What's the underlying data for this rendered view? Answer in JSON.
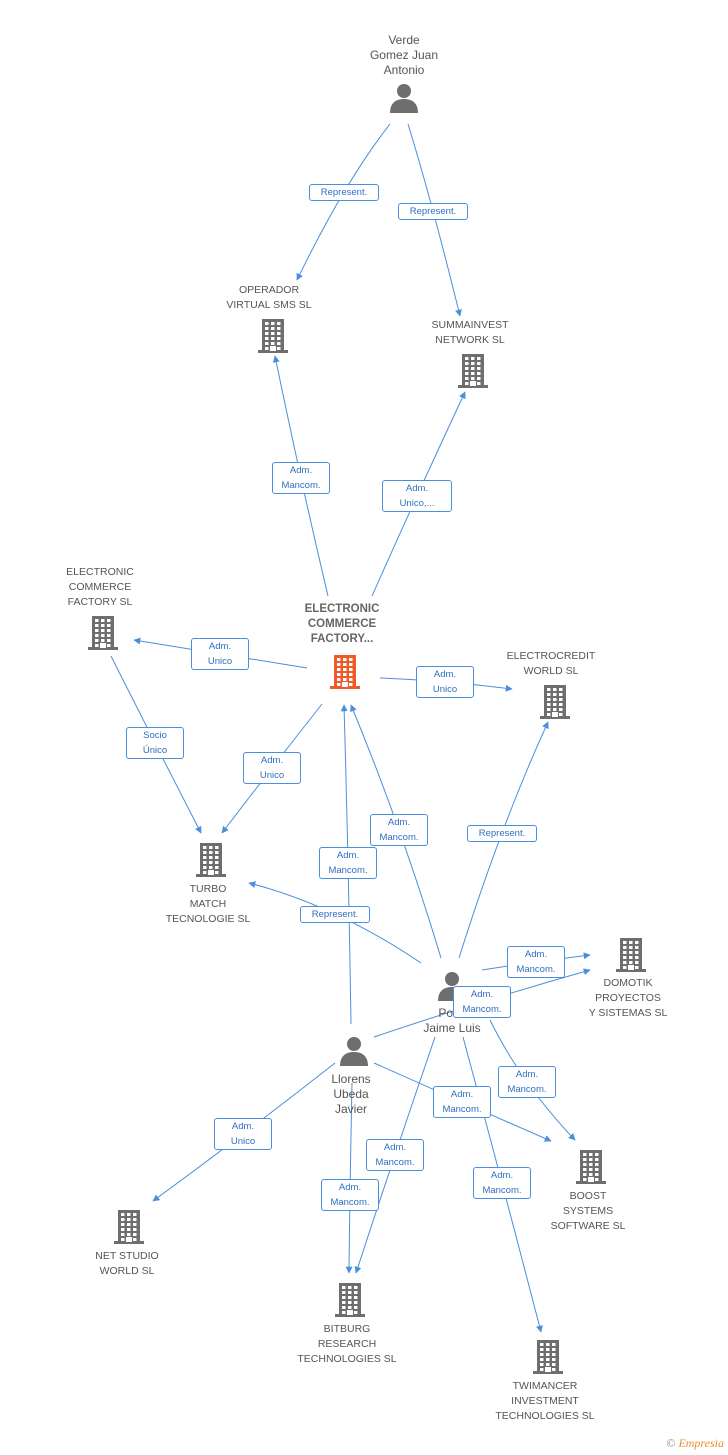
{
  "colors": {
    "edge": "#4a8fdb",
    "company_icon": "#6e6e6e",
    "main_company_icon": "#f05a28",
    "person_icon": "#6e6e6e"
  },
  "nodes": {
    "verde": {
      "label": "Verde\nGomez Juan\nAntonio",
      "type": "person"
    },
    "operador": {
      "label": "OPERADOR\nVIRTUAL SMS SL",
      "type": "company"
    },
    "summainvest": {
      "label": "SUMMAINVEST\nNETWORK SL",
      "type": "company"
    },
    "ecf_main": {
      "label": "ELECTRONIC\nCOMMERCE\nFACTORY...",
      "type": "company-main"
    },
    "ecf_sl": {
      "label": "ELECTRONIC\nCOMMERCE\nFACTORY SL",
      "type": "company"
    },
    "electrocredit": {
      "label": "ELECTROCREDIT\nWORLD SL",
      "type": "company"
    },
    "turbo": {
      "label": "TURBO\nMATCH\nTECNOLOGIE SL",
      "type": "company"
    },
    "domotik": {
      "label": "DOMOTIK\nPROYECTOS\nY SISTEMAS SL",
      "type": "company"
    },
    "pol": {
      "label": "Pol...\nJaime Luis",
      "type": "person"
    },
    "llorens": {
      "label": "Llorens\nUbeda\nJavier",
      "type": "person"
    },
    "boost": {
      "label": "BOOST\nSYSTEMS\nSOFTWARE SL",
      "type": "company"
    },
    "netstudio": {
      "label": "NET STUDIO\nWORLD SL",
      "type": "company"
    },
    "bitburg": {
      "label": "BITBURG\nRESEARCH\nTECHNOLOGIES SL",
      "type": "company"
    },
    "twimancer": {
      "label": "TWIMANCER\nINVESTMENT\nTECHNOLOGIES SL",
      "type": "company"
    }
  },
  "edges": [
    {
      "from": "verde",
      "to": "operador",
      "label": "Represent."
    },
    {
      "from": "verde",
      "to": "summainvest",
      "label": "Represent."
    },
    {
      "from": "ecf_main",
      "to": "operador",
      "label": "Adm.\nMancom."
    },
    {
      "from": "ecf_main",
      "to": "summainvest",
      "label": "Adm.\nUnico,..."
    },
    {
      "from": "ecf_main",
      "to": "ecf_sl",
      "label": "Adm.\nUnico"
    },
    {
      "from": "ecf_main",
      "to": "electrocredit",
      "label": "Adm.\nUnico"
    },
    {
      "from": "ecf_sl",
      "to": "turbo",
      "label": "Socio\nÚnico"
    },
    {
      "from": "ecf_main",
      "to": "turbo",
      "label": "Adm.\nUnico"
    },
    {
      "from": "pol",
      "to": "ecf_main",
      "label": "Adm.\nMancom."
    },
    {
      "from": "llorens",
      "to": "ecf_main",
      "label": "Adm.\nMancom."
    },
    {
      "from": "pol",
      "to": "electrocredit",
      "label": "Represent."
    },
    {
      "from": "pol",
      "to": "turbo",
      "label": "Represent."
    },
    {
      "from": "pol",
      "to": "domotik",
      "label": "Adm.\nMancom."
    },
    {
      "from": "llorens",
      "to": "domotik",
      "label": "Adm.\nMancom."
    },
    {
      "from": "pol",
      "to": "boost",
      "label": "Adm.\nMancom."
    },
    {
      "from": "llorens",
      "to": "boost",
      "label": "Adm.\nMancom."
    },
    {
      "from": "llorens",
      "to": "netstudio",
      "label": "Adm.\nUnico"
    },
    {
      "from": "pol",
      "to": "bitburg",
      "label": "Adm.\nMancom."
    },
    {
      "from": "llorens",
      "to": "bitburg",
      "label": "Adm.\nMancom."
    },
    {
      "from": "pol",
      "to": "twimancer",
      "label": "Adm.\nMancom."
    }
  ],
  "footer": {
    "copyright": "©",
    "brand": "Empresia"
  }
}
